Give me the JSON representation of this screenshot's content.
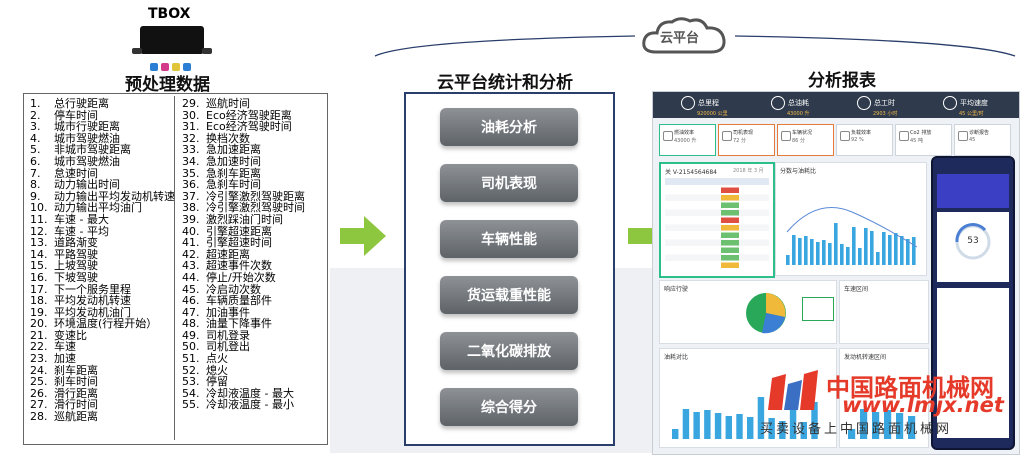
{
  "tbox": {
    "label": "TBOX"
  },
  "left": {
    "title": "预处理数据",
    "col1": [
      {
        "n": "1.",
        "t": "总行驶距离"
      },
      {
        "n": "2.",
        "t": "停车时间"
      },
      {
        "n": "3.",
        "t": "城市行驶距离"
      },
      {
        "n": "4.",
        "t": "城市驾驶燃油"
      },
      {
        "n": "5.",
        "t": "非城市驾驶距离"
      },
      {
        "n": "6.",
        "t": "城市驾驶燃油"
      },
      {
        "n": "7.",
        "t": "怠速时间"
      },
      {
        "n": "8.",
        "t": "动力输出时间"
      },
      {
        "n": "9.",
        "t": "动力输出平均发动机转速"
      },
      {
        "n": "10.",
        "t": "动力输出平均油门"
      },
      {
        "n": "11.",
        "t": "车速 - 最大"
      },
      {
        "n": "12.",
        "t": "车速 - 平均"
      },
      {
        "n": "13.",
        "t": "道路渐变"
      },
      {
        "n": "14.",
        "t": "平路驾驶"
      },
      {
        "n": "15.",
        "t": "上坡驾驶"
      },
      {
        "n": "16.",
        "t": "下坡驾驶"
      },
      {
        "n": "17.",
        "t": "下一个服务里程"
      },
      {
        "n": "18.",
        "t": "平均发动机转速"
      },
      {
        "n": "19.",
        "t": "平均发动机油门"
      },
      {
        "n": "20.",
        "t": "环境温度(行程开始）"
      },
      {
        "n": "21.",
        "t": "变速比"
      },
      {
        "n": "22.",
        "t": "车速"
      },
      {
        "n": "23.",
        "t": "加速"
      },
      {
        "n": "24.",
        "t": "刹车距离"
      },
      {
        "n": "25.",
        "t": "刹车时间"
      },
      {
        "n": "26.",
        "t": "滑行距离"
      },
      {
        "n": "27.",
        "t": "滑行时间"
      },
      {
        "n": "28.",
        "t": "巡航距离"
      }
    ],
    "col2": [
      {
        "n": "29.",
        "t": "巡航时间"
      },
      {
        "n": "30.",
        "t": "Eco经济驾驶距离"
      },
      {
        "n": "31.",
        "t": "Eco经济驾驶时间"
      },
      {
        "n": "32.",
        "t": "换档次数"
      },
      {
        "n": "33.",
        "t": "急加速距离"
      },
      {
        "n": "34.",
        "t": "急加速时间"
      },
      {
        "n": "35.",
        "t": "急刹车距离"
      },
      {
        "n": "36.",
        "t": "急刹车时间"
      },
      {
        "n": "37.",
        "t": "冷引擎激烈驾驶距离"
      },
      {
        "n": "38.",
        "t": "冷引擎激烈驾驶时间"
      },
      {
        "n": "39.",
        "t": "激烈踩油门时间"
      },
      {
        "n": "40.",
        "t": "引擎超速距离"
      },
      {
        "n": "41.",
        "t": "引擎超速时间"
      },
      {
        "n": "42.",
        "t": "超速距离"
      },
      {
        "n": "43.",
        "t": "超速事件次数"
      },
      {
        "n": "44.",
        "t": "停止/开始次数"
      },
      {
        "n": "45.",
        "t": "冷启动次数"
      },
      {
        "n": "46.",
        "t": "车辆质量部件"
      },
      {
        "n": "47.",
        "t": "加油事件"
      },
      {
        "n": "48.",
        "t": "油量下降事件"
      },
      {
        "n": "49.",
        "t": "司机登录"
      },
      {
        "n": "50.",
        "t": "司机登出"
      },
      {
        "n": "51.",
        "t": "点火"
      },
      {
        "n": "52.",
        "t": "熄火"
      },
      {
        "n": "53.",
        "t": "停留"
      },
      {
        "n": "54.",
        "t": "冷却液温度 - 最大"
      },
      {
        "n": "55.",
        "t": "冷却液温度 - 最小"
      }
    ]
  },
  "middle": {
    "title": "云平台统计和分析",
    "buttons": [
      "油耗分析",
      "司机表现",
      "车辆性能",
      "货运载重性能",
      "二氧化碳排放",
      "综合得分"
    ]
  },
  "cloud": {
    "label": "云平台"
  },
  "right": {
    "title": "分析报表",
    "dashboard": {
      "kpis": [
        {
          "label": "总里程",
          "value": "920000 公里"
        },
        {
          "label": "总油耗",
          "value": "43000 升"
        },
        {
          "label": "总工时",
          "value": "2903 小时"
        },
        {
          "label": "平均速度",
          "value": "45 公里/时"
        }
      ],
      "cards": [
        {
          "label": "燃油效率",
          "value": "43000 升"
        },
        {
          "label": "司机表现",
          "value": "72 分"
        },
        {
          "label": "车辆状况",
          "value": "86 分"
        },
        {
          "label": "负载效率",
          "value": "92 %"
        },
        {
          "label": "Co2 排放",
          "value": "45 吨"
        },
        {
          "label": "诊断报告",
          "value": "45"
        }
      ],
      "vehicle_id": "关 V-2154564684",
      "date": "2018 年 3 月",
      "chart_title": "分数与油耗比",
      "phone_score": "53",
      "bottom_titles": [
        "响应行驶",
        "车速区间",
        "油耗对比",
        "发动机转速区间"
      ]
    }
  },
  "watermark": {
    "main": "中国路面机械网",
    "url": "www.lmjx.net",
    "sub": "买卖设备上中国路面机械网"
  },
  "colors": {
    "green": "#8dc63f",
    "box_border": "#2a3e6b",
    "button": "#6b7075",
    "dash_header": "#2f3b4c",
    "watermark": "#e53a2a"
  }
}
